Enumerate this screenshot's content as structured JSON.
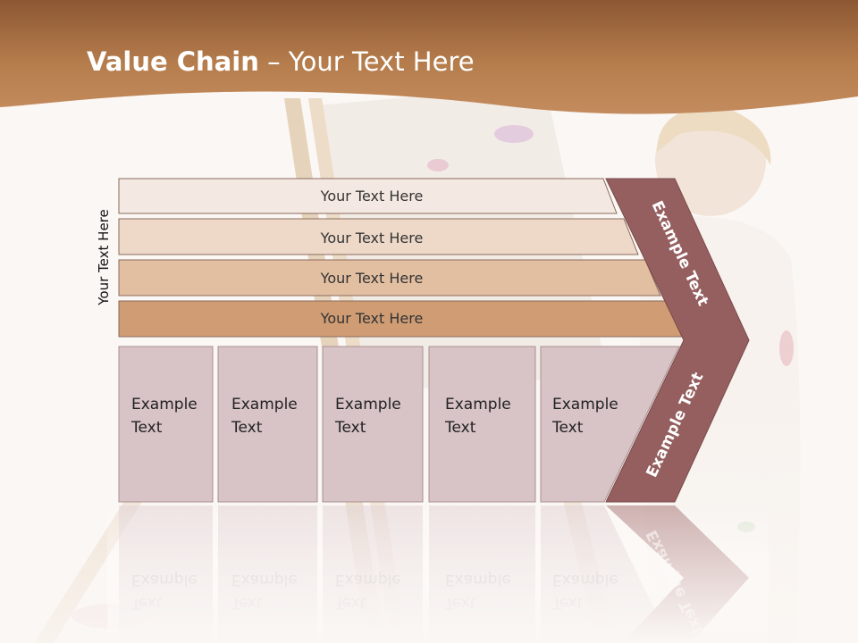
{
  "slide": {
    "title_bold": "Value Chain",
    "title_rest": " – Your Text Here",
    "side_label": "Your Text Here"
  },
  "bars": [
    {
      "label": "Your Text Here"
    },
    {
      "label": "Your Text Here"
    },
    {
      "label": "Your Text Here"
    },
    {
      "label": "Your Text Here"
    }
  ],
  "columns": [
    {
      "line1": "Example",
      "line2": "Text"
    },
    {
      "line1": "Example",
      "line2": "Text"
    },
    {
      "line1": "Example",
      "line2": "Text"
    },
    {
      "line1": "Example",
      "line2": "Text"
    },
    {
      "line1": "Example",
      "line2": "Text"
    }
  ],
  "chevron": {
    "upper_label": "Example Text",
    "lower_label": "Example Text"
  },
  "colors": {
    "header": "#b47a4a",
    "bar_1": "#f4e9e2",
    "bar_2": "#eed9c8",
    "bar_3": "#e3bfa2",
    "bar_4": "#cf9c74",
    "column": "#d8c3c6",
    "chevron": "#955f5f"
  }
}
